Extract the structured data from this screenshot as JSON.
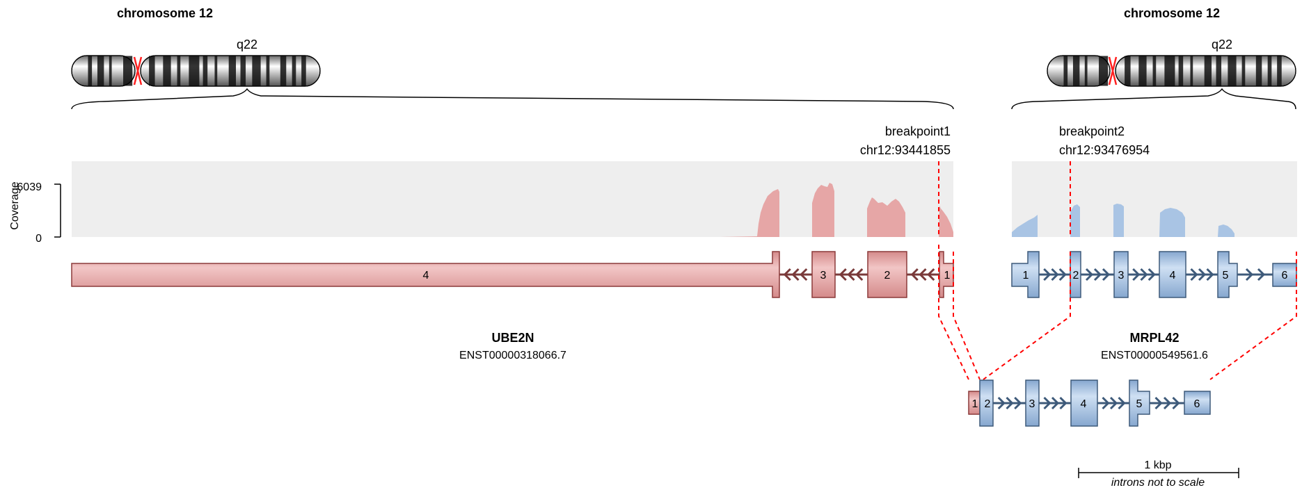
{
  "left_chromosome": {
    "title": "chromosome 12",
    "band": "q22"
  },
  "right_chromosome": {
    "title": "chromosome 12",
    "band": "q22"
  },
  "coverage": {
    "axis_label": "Coverage",
    "max_tick": "6039",
    "min_tick": "0"
  },
  "breakpoint1": {
    "label": "breakpoint1",
    "position": "chr12:93441855"
  },
  "breakpoint2": {
    "label": "breakpoint2",
    "position": "chr12:93476954"
  },
  "gene1": {
    "name": "UBE2N",
    "transcript": "ENST00000318066.7",
    "exons": [
      "4",
      "3",
      "2",
      "1"
    ],
    "fill": "#e8a7a7",
    "stroke": "#8b3a3a"
  },
  "gene2": {
    "name": "MRPL42",
    "transcript": "ENST00000549561.6",
    "exons": [
      "1",
      "2",
      "3",
      "4",
      "5",
      "6"
    ],
    "fill": "#a9c4e4",
    "stroke": "#3e5a7a"
  },
  "fusion": {
    "exons": [
      "1",
      "2",
      "3",
      "4",
      "5",
      "6"
    ]
  },
  "scale": {
    "label": "1 kbp",
    "note": "introns not to scale"
  },
  "colors": {
    "breakpoint_line": "#ff0000",
    "coverage_bg": "#eeeeee"
  }
}
